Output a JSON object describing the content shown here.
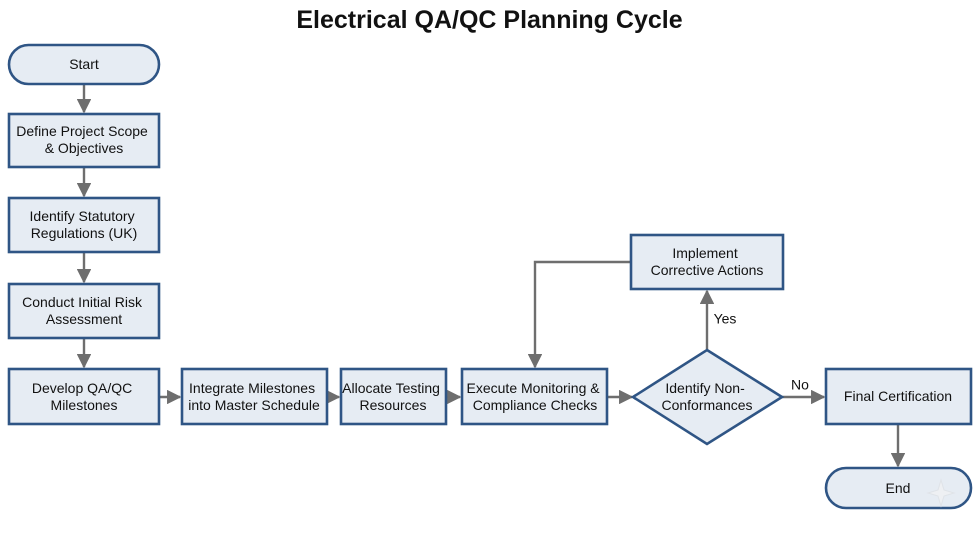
{
  "title": "Electrical QA/QC Planning Cycle",
  "nodes": {
    "start": {
      "lines": [
        "Start"
      ]
    },
    "scope": {
      "lines": [
        "Define Project Scope",
        "& Objectives"
      ]
    },
    "regs": {
      "lines": [
        "Identify Statutory",
        "Regulations (UK)"
      ]
    },
    "risk": {
      "lines": [
        "Conduct Initial Risk",
        "Assessment"
      ]
    },
    "milestones": {
      "lines": [
        "Develop QA/QC",
        "Milestones"
      ]
    },
    "integrate": {
      "lines": [
        "Integrate Milestones",
        "into Master Schedule"
      ]
    },
    "allocate": {
      "lines": [
        "Allocate Testing",
        "Resources"
      ]
    },
    "execute": {
      "lines": [
        "Execute Monitoring &",
        "Compliance Checks"
      ]
    },
    "identify": {
      "lines": [
        "Identify Non-",
        "Conformances"
      ]
    },
    "corrective": {
      "lines": [
        "Implement",
        "Corrective Actions"
      ]
    },
    "final": {
      "lines": [
        "Final Certification"
      ]
    },
    "end": {
      "lines": [
        "End"
      ]
    }
  },
  "edge_labels": {
    "yes": "Yes",
    "no": "No"
  },
  "colors": {
    "node_fill": "#e6ecf3",
    "node_stroke": "#2f5585",
    "connector": "#6e6e6e"
  }
}
